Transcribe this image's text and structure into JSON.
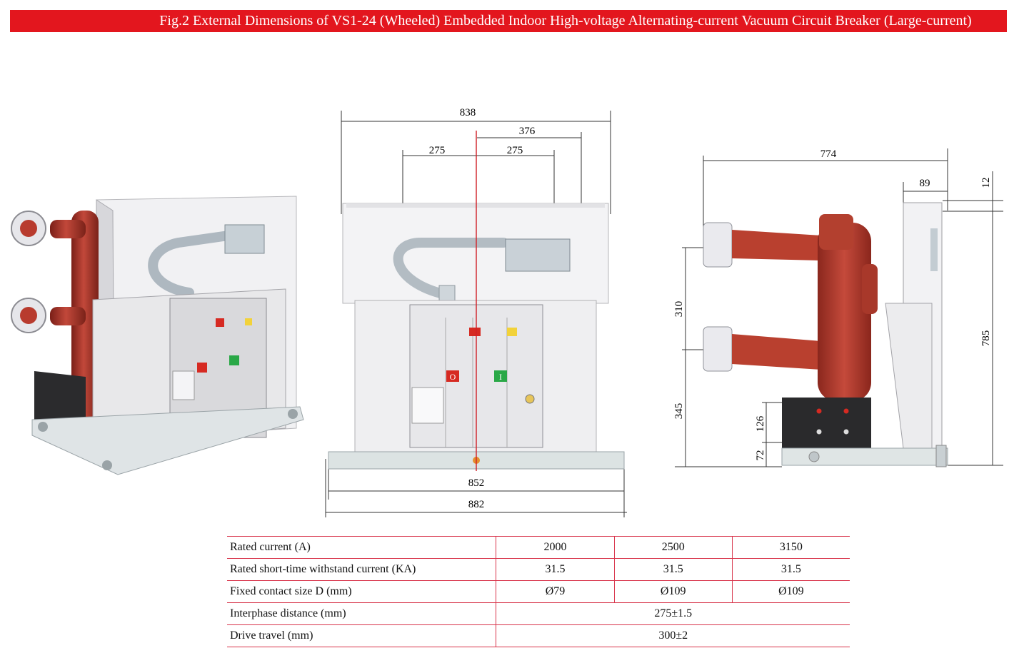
{
  "figure": {
    "title": "Fig.2 External Dimensions of VS1-24 (Wheeled) Embedded Indoor High-voltage Alternating-current Vacuum Circuit Breaker (Large-current)"
  },
  "front_view": {
    "dims": {
      "overall_width": "838",
      "right_offset": "376",
      "phase_left": "275",
      "phase_right": "275",
      "base_inner": "852",
      "base_outer": "882"
    },
    "labels": {
      "open_button": "O",
      "close_button": "I"
    }
  },
  "side_view": {
    "dims": {
      "depth": "774",
      "top_offset": "89",
      "top_height": "12",
      "phase_pitch": "310",
      "lower_height": "345",
      "overall_height": "785",
      "block_height": "126",
      "base_height": "72"
    }
  },
  "spec_table": {
    "rows": [
      {
        "label": "Rated current (A)",
        "values": [
          "2000",
          "2500",
          "3150"
        ]
      },
      {
        "label": "Rated short-time withstand current (KA)",
        "values": [
          "31.5",
          "31.5",
          "31.5"
        ]
      },
      {
        "label": "Fixed contact size D (mm)",
        "values": [
          "Ø79",
          "Ø109",
          "Ø109"
        ]
      },
      {
        "label": "Interphase distance (mm)",
        "value": "275±1.5"
      },
      {
        "label": "Drive travel (mm)",
        "value": "300±2"
      }
    ]
  },
  "colors": {
    "accent": "#e3161e",
    "insulator": "#b83b2e",
    "panel": "#ececee",
    "rule": "#d8334a"
  }
}
